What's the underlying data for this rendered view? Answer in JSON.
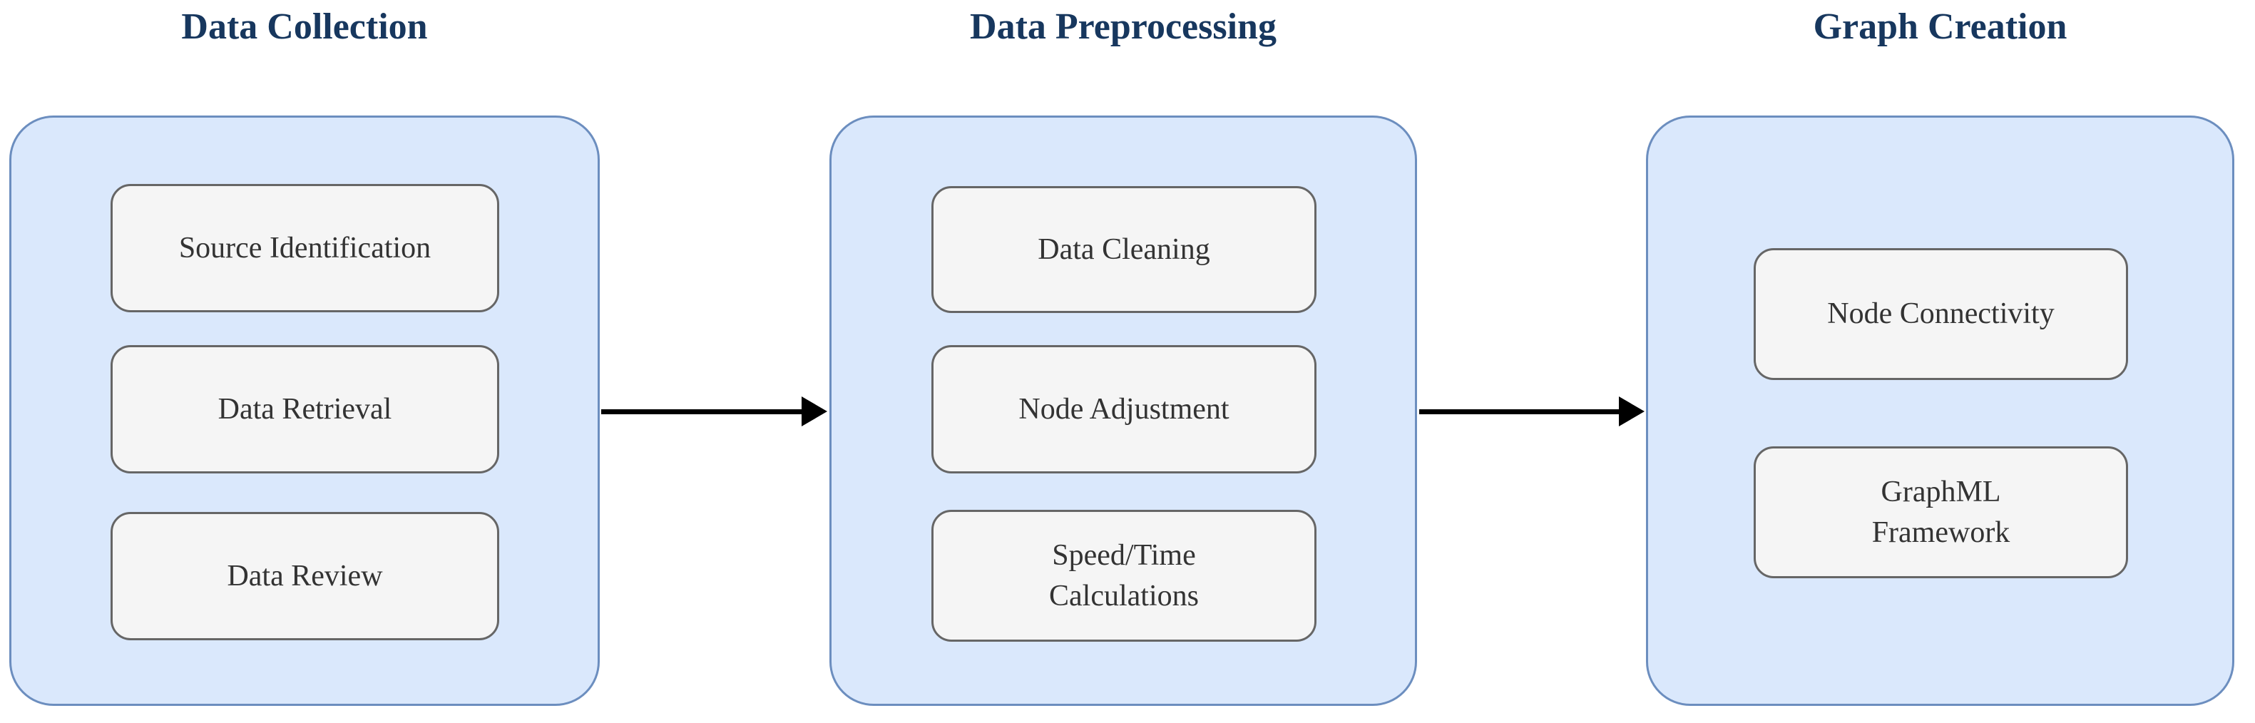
{
  "diagram": {
    "type": "flowchart",
    "flow_direction": "left-to-right",
    "colors": {
      "container_fill": "#dae8fc",
      "container_border": "#6c8ebf",
      "box_fill": "#f5f5f5",
      "box_border": "#666666",
      "title_text": "#17375e",
      "box_text": "#333333",
      "arrow": "#000000",
      "background": "#ffffff"
    }
  },
  "sections": [
    {
      "title": "Data Collection",
      "boxes": [
        {
          "label": "Source Identification"
        },
        {
          "label": "Data Retrieval"
        },
        {
          "label": "Data Review"
        }
      ]
    },
    {
      "title": "Data Preprocessing",
      "boxes": [
        {
          "label": "Data Cleaning"
        },
        {
          "label": "Node Adjustment"
        },
        {
          "label": "Speed/Time\nCalculations"
        }
      ]
    },
    {
      "title": "Graph Creation",
      "boxes": [
        {
          "label": "Node Connectivity"
        },
        {
          "label": "GraphML\nFramework"
        }
      ]
    }
  ],
  "arrows": [
    {
      "from": "Data Collection",
      "to": "Data Preprocessing"
    },
    {
      "from": "Data Preprocessing",
      "to": "Graph Creation"
    }
  ]
}
